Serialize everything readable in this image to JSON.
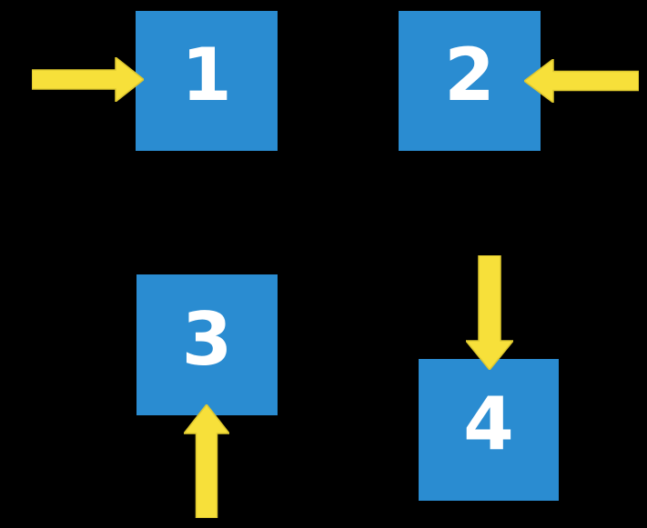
{
  "background": "#000000",
  "colors": {
    "square_fill": "#2a8cd1",
    "arrow_fill": "#f7e03a",
    "arrow_stroke": "#ddc72e",
    "label_color": "#ffffff"
  },
  "squares": [
    {
      "label": "1",
      "arrow_direction": "right",
      "arrow_enters_from": "left"
    },
    {
      "label": "2",
      "arrow_direction": "left",
      "arrow_enters_from": "right"
    },
    {
      "label": "3",
      "arrow_direction": "up",
      "arrow_enters_from": "bottom"
    },
    {
      "label": "4",
      "arrow_direction": "down",
      "arrow_enters_from": "top"
    }
  ]
}
